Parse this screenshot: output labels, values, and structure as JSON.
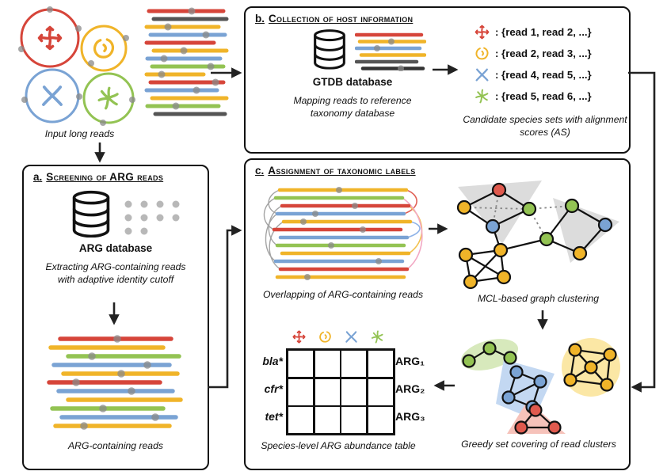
{
  "colors": {
    "red": "#d6453a",
    "yellow": "#f0b429",
    "blue": "#7aa3d4",
    "green": "#93c353",
    "gray_dot": "#8a8a8a",
    "black": "#111111"
  },
  "input": {
    "caption": "Input long reads"
  },
  "box_a": {
    "title_prefix": "a.",
    "title": "Screening of ARG reads",
    "db_label": "ARG database",
    "description": "Extracting ARG-containing reads with adaptive identity cutoff",
    "caption": "ARG-containing reads"
  },
  "box_b": {
    "title_prefix": "b.",
    "title": "Collection of host information",
    "db_label": "GTDB database",
    "description": "Mapping reads to reference taxonomy database",
    "sets": [
      {
        "species": "red",
        "text": ": {read 1, read 2, ...}"
      },
      {
        "species": "yellow",
        "text": ": {read 2, read 3, ...}"
      },
      {
        "species": "blue",
        "text": ": {read 4, read 5, ...}"
      },
      {
        "species": "green",
        "text": ": {read 5, read 6, ...}"
      }
    ],
    "caption": "Candidate species sets with alignment scores (AS)"
  },
  "box_c": {
    "title_prefix": "c.",
    "title": "Assignment of taxonomic labels",
    "overlap_caption": "Overlapping of ARG-containing reads",
    "mcl_caption": "MCL-based graph clustering",
    "greedy_caption": "Greedy set covering of read clusters",
    "table_caption": "Species-level ARG abundance table",
    "abundance_table": {
      "row_labels": [
        "bla*",
        "cfr*",
        "tet*"
      ],
      "arg_labels": [
        "ARG₁",
        "ARG₂",
        "ARG₃"
      ]
    }
  }
}
